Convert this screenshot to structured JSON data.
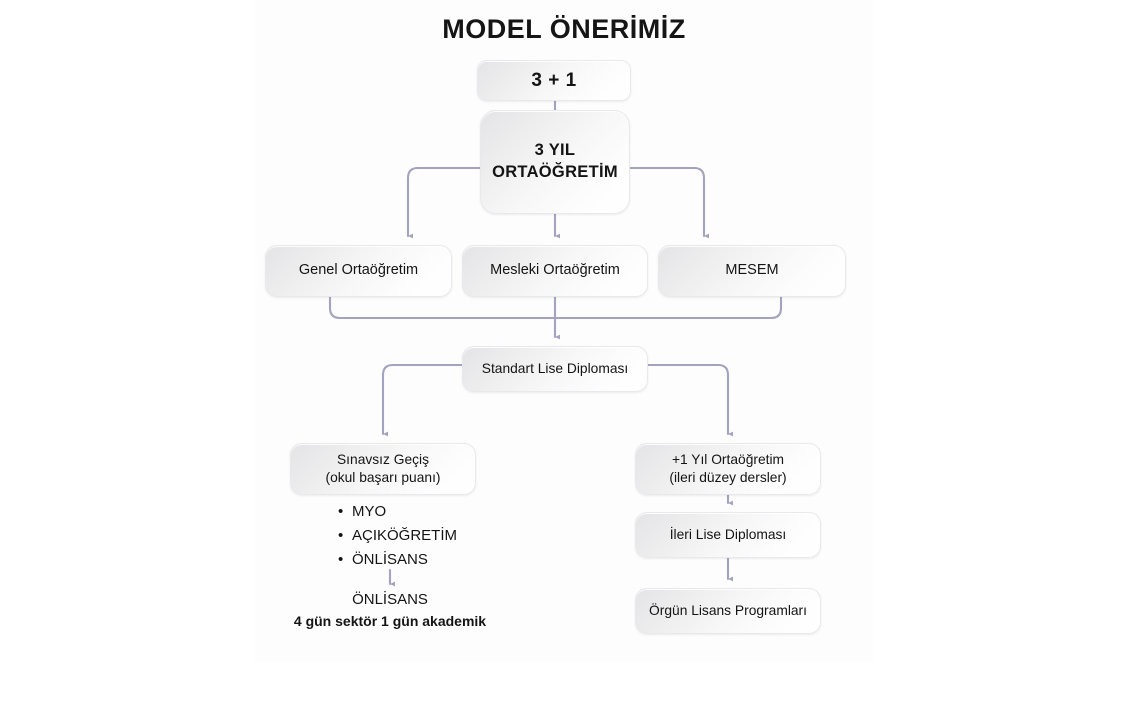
{
  "page": {
    "title": "MODEL ÖNERİMİZ",
    "background": "#ffffff",
    "panel_color": "#fdfdfd",
    "connector_color": "#a3a3c0",
    "text_color": "#141414"
  },
  "nodes": {
    "three_plus_one": "3 + 1",
    "ortaogretim_line1": "3 YIL",
    "ortaogretim_line2": "ORTAÖĞRETİM",
    "genel": "Genel Ortaöğretim",
    "mesleki": "Mesleki Ortaöğretim",
    "mesem": "MESEM",
    "diploma": "Standart Lise Diploması",
    "sinavsiz_line1": "Sınavsız Geçiş",
    "sinavsiz_line2": "(okul başarı puanı)",
    "plus1_line1": "+1 Yıl Ortaöğretim",
    "plus1_line2": "(ileri düzey dersler)",
    "ileri_diploma": "İleri Lise Diploması",
    "orgun_lisans": "Örgün Lisans Programları"
  },
  "bullets": [
    {
      "marker": "•",
      "label": "MYO"
    },
    {
      "marker": "•",
      "label": "AÇIKÖĞRETİM"
    },
    {
      "marker": "•",
      "label": "ÖNLİSANS"
    }
  ],
  "outcome": {
    "label": "ÖNLİSANS",
    "note": "4 gün sektör 1 gün akademik"
  }
}
